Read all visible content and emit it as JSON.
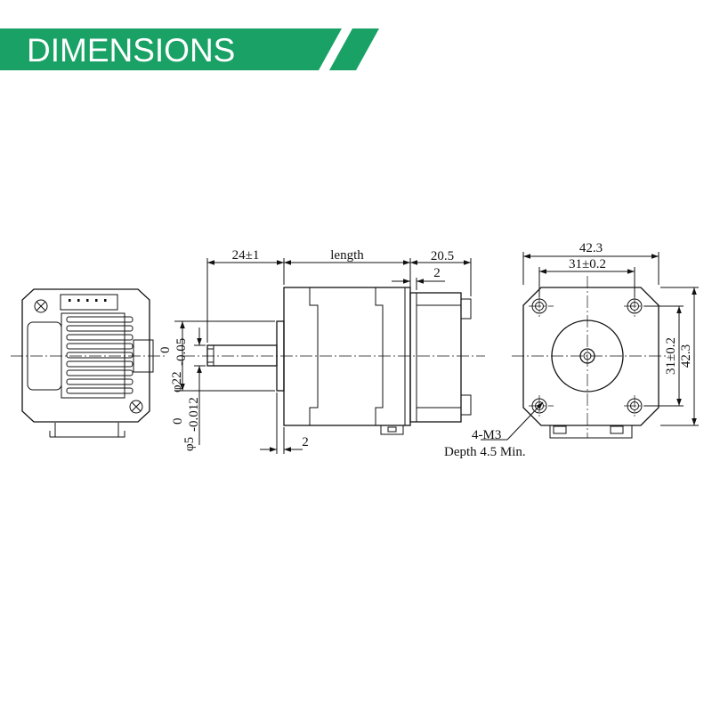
{
  "header": {
    "title": "DIMENSIONS",
    "accent_color": "#1aa266"
  },
  "side_view": {
    "shaft_extension": "24±1",
    "body_length": "length",
    "rear_length": "20.5",
    "rear_step": "2",
    "flange_step": "2",
    "pilot_diameter": "φ22",
    "pilot_tolerance_upper": "0",
    "pilot_tolerance_lower": "-0.05",
    "shaft_diameter": "φ5",
    "shaft_tolerance_upper": "0",
    "shaft_tolerance_lower": "-0.012"
  },
  "front_view": {
    "width": "42.3",
    "hole_spacing_h": "31±0.2",
    "hole_spacing_v": "31±0.2",
    "height": "42.3",
    "hole_callout": "4-M3",
    "hole_depth": "Depth 4.5 Min."
  }
}
